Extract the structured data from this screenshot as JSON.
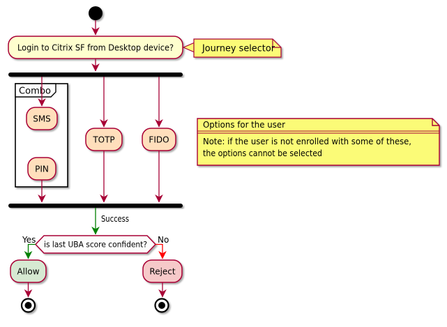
{
  "diagram": {
    "kind": "activity-flowchart",
    "background": "#FFFFFF",
    "arrow_color": "#A80036",
    "success_arrow_color": "#008000",
    "reject_arrow_color": "#FF0000",
    "border_color": "#A80036",
    "bar_color": "#000000"
  },
  "activities": {
    "login": {
      "label": "Login to Citrix SF from Desktop device?",
      "fill": "#FEFECE"
    },
    "sms": {
      "label": "SMS",
      "fill": "#FFDFBC"
    },
    "pin": {
      "label": "PIN",
      "fill": "#FFDFBC"
    },
    "totp": {
      "label": "TOTP",
      "fill": "#FFDFBC"
    },
    "fido": {
      "label": "FIDO",
      "fill": "#FFDFBC"
    },
    "allow": {
      "label": "Allow",
      "fill": "#D6E9D2"
    },
    "reject": {
      "label": "Reject",
      "fill": "#F6C9C9"
    }
  },
  "partition": {
    "label": "Combo"
  },
  "notes": {
    "journey": {
      "label": "Journey selector",
      "fill": "#FBFB77"
    },
    "options": {
      "title": "Options for the user",
      "body": [
        "Note: if the user is not enrolled with some of these,",
        "the options cannot be selected"
      ],
      "fill": "#FBFB77"
    }
  },
  "decision": {
    "question": "is last UBA score confident?",
    "yes_label": "Yes",
    "no_label": "No",
    "fill": "#FCFCFC"
  },
  "edge_labels": {
    "success": "Success"
  }
}
